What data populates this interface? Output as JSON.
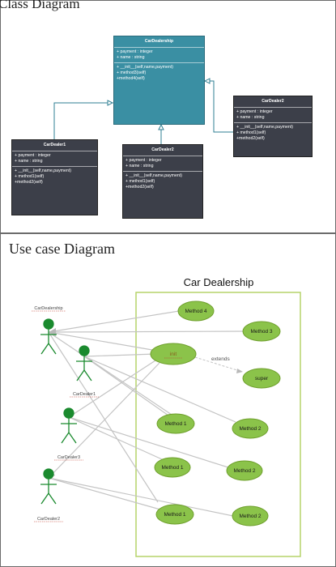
{
  "class_section": {
    "heading": "Class Diagram",
    "classes": {
      "car_dealership": {
        "name": "CarDealership",
        "attributes": [
          "+ payment : integer",
          "+ name : string"
        ],
        "methods": [
          "+ __init__(self,name,payment)",
          "+ method3(self)",
          "+method4(self)"
        ]
      },
      "car_dealer1": {
        "name": "CarDealer1",
        "attributes": [
          "+ payment : integer",
          "+ name : string"
        ],
        "methods": [
          "+ __init__(self,name,payment)",
          "+ method1(self)",
          "+method2(self)"
        ]
      },
      "car_dealer2_center": {
        "name": "CarDealer2",
        "attributes": [
          "+ payment : integer",
          "+ name : string"
        ],
        "methods": [
          "+ __init__(self,name,payment)",
          "+ method1(self)",
          "+method2(self)"
        ]
      },
      "car_dealer2_right": {
        "name": "CarDealer2",
        "attributes": [
          "+ payment : integer",
          "+ name : string"
        ],
        "methods": [
          "+ __init__(self,name,payment)",
          "+ method1(self)",
          "+method2(self)"
        ]
      }
    }
  },
  "usecase_section": {
    "heading": "Use case Diagram",
    "system_title": "Car Dealership",
    "actors": {
      "car_dealership": "CarDealership",
      "car_dealer1": "CarDealer1",
      "car_dealer3": "CarDealer3",
      "car_dealer2": "CarDealer2"
    },
    "usecases": {
      "method4": "Method 4",
      "method3": "Method 3",
      "init": "init",
      "super": "super",
      "method1_a": "Method 1",
      "method2_a": "Method 2",
      "method1_b": "Method 1",
      "method2_b": "Method 2",
      "method1_c": "Method 1",
      "method2_c": "Method 2"
    },
    "extends_label": "extends"
  },
  "colors": {
    "teal_class": "#3a8fa3",
    "dark_class": "#3c3f49",
    "usecase_fill": "#8bc34a",
    "actor_green": "#1a8a2e",
    "system_border": "#b5d46a"
  }
}
